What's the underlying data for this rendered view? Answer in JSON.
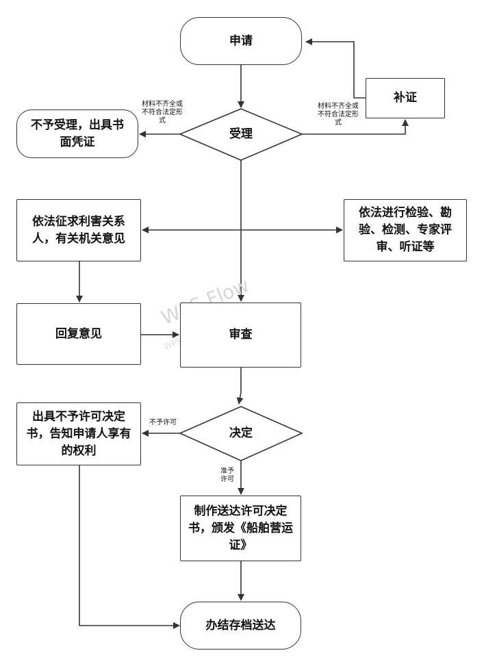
{
  "nodes": {
    "apply": "申请",
    "reject": "不予受理，出具书面凭证",
    "supplement": "补证",
    "accept": "受理",
    "solicit": "依法征求利害关系人，有关机关意见",
    "inspect": "依法进行检验、勘验、检测、专家评审、听证等",
    "reply": "回复意见",
    "review": "审查",
    "decide": "决定",
    "deny_permit": "出具不予许可决定书，告知申请人享有的权利",
    "make_cert": "制作送达许可决定书，颁发《船舶营运证》",
    "archive": "办结存档送达"
  },
  "labels": {
    "incomplete_left": "材料不齐全或不符合法定形式",
    "incomplete_right": "材料不齐全或不符合法定形式",
    "no_permit": "不予许可",
    "permit": "准予许可"
  },
  "watermark": {
    "main": "WPS Flow",
    "sub": "WPS仅提供作图能力"
  }
}
